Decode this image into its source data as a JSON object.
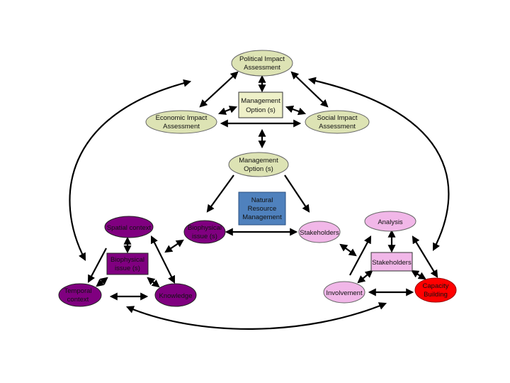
{
  "colors": {
    "assessment_fill": "#dde3b4",
    "management_box_fill": "#eef0c8",
    "nrm_fill": "#4f81bd",
    "biophysical_fill": "#800080",
    "stakeholder_fill": "#f1b7e8",
    "capacity_fill": "#ff0000",
    "stroke": "#333333"
  },
  "nodes": {
    "political": {
      "lines": [
        "Political Impact",
        "Assessment"
      ]
    },
    "mgmt_top": {
      "lines": [
        "Management",
        "Option (s)"
      ]
    },
    "economic": {
      "lines": [
        "Economic Impact",
        "Assessment"
      ]
    },
    "social": {
      "lines": [
        "Social Impact",
        "Assessment"
      ]
    },
    "mgmt_mid": {
      "lines": [
        "Management",
        "Option (s)"
      ]
    },
    "nrm": {
      "lines": [
        "Natural",
        "Resource",
        "Management"
      ]
    },
    "bio_issue_center": {
      "lines": [
        "Biophysical",
        "issue (s)"
      ]
    },
    "stakeholders_center": {
      "lines": [
        "Stakeholders"
      ]
    },
    "spatial": {
      "lines": [
        "Spatial context"
      ]
    },
    "bio_issue_box": {
      "lines": [
        "Biophysical",
        "issue (s)"
      ]
    },
    "temporal": {
      "lines": [
        "Temporal",
        "context"
      ]
    },
    "knowledge": {
      "lines": [
        "Knowledge"
      ]
    },
    "analysis": {
      "lines": [
        "Analysis"
      ]
    },
    "stakeholders_box": {
      "lines": [
        "Stakeholders"
      ]
    },
    "involvement": {
      "lines": [
        "Involvement"
      ]
    },
    "capacity": {
      "lines": [
        "Capacity",
        "Building"
      ]
    }
  }
}
